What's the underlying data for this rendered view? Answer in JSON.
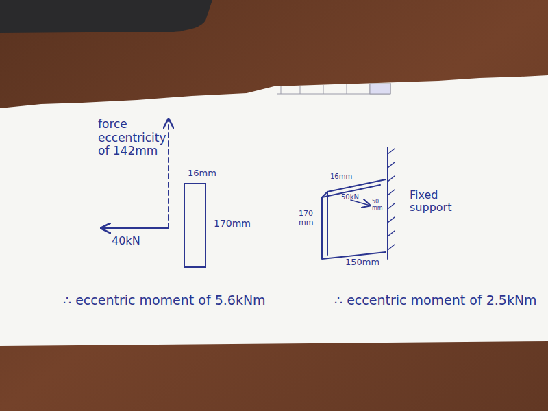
{
  "diagram": {
    "labels": [
      "force eccentricity of 142mm",
      "40kN",
      "16mm",
      "170mm",
      "∴ eccentric moment of 5.6kNm",
      "16mm",
      "50kN",
      "50 mm",
      "170 mm",
      "150mm",
      "Fixed support",
      "∴ eccentric moment of 2.5kNm"
    ]
  }
}
